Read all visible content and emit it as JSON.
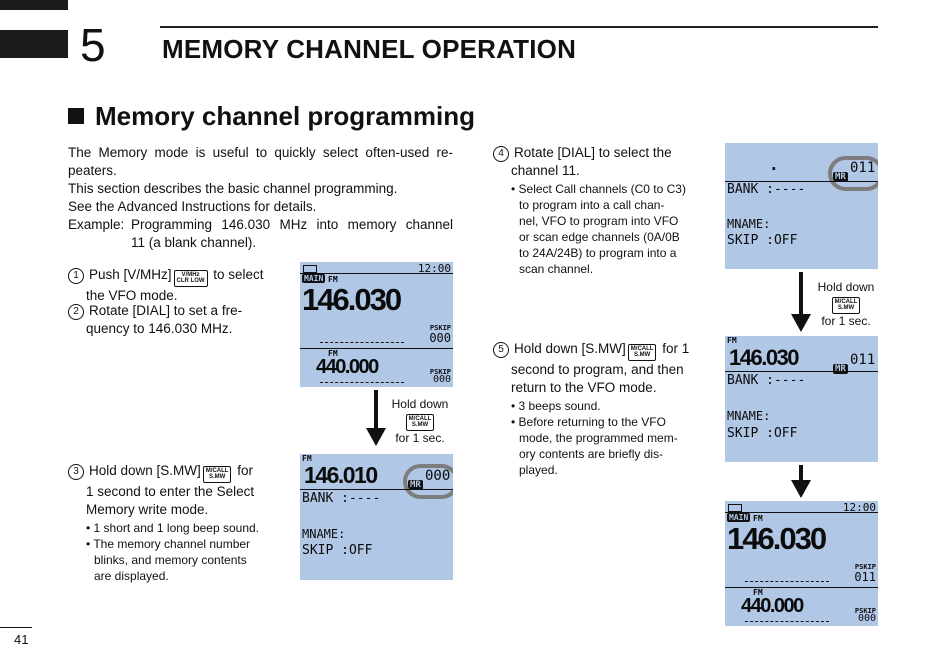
{
  "chapter": {
    "number": "5",
    "title": "MEMORY CHANNEL OPERATION"
  },
  "section": {
    "title": "Memory channel programming"
  },
  "intro": {
    "line1": "The Memory mode is useful to quickly select often-used re-",
    "line2": "peaters.",
    "line3": "This section describes the basic channel programming.",
    "line4": "See the Advanced Instructions for details.",
    "example_label": "Example:",
    "example_line1": "Programming 146.030 MHz into memory channel",
    "example_line2": "11 (a blank channel)."
  },
  "step1": {
    "num": "1",
    "pre": "Push [V/MHz]",
    "post": " to select",
    "line2": "the VFO mode.",
    "key_top": "V/MHz",
    "key_bottom": "CLR LOW"
  },
  "step2": {
    "num": "2",
    "line1": "Rotate  [DIAL]  to  set  a  fre-",
    "line2": "quency to 146.030 MHz."
  },
  "step3": {
    "num": "3",
    "pre": "Hold  down  [S.MW]",
    "post": "  for",
    "line2": "1 second to enter the Select",
    "line3": "Memory write mode.",
    "key_top": "M/CALL",
    "key_bottom": "S.MW",
    "bullet1": "• 1 short and 1 long beep sound.",
    "bullet2_l1": "• The  memory  channel  number",
    "bullet2_l2": "blinks,  and  memory  contents",
    "bullet2_l3": "are displayed."
  },
  "step4": {
    "num": "4",
    "line1": "Rotate  [DIAL]  to  select  the",
    "line2": "channel 11.",
    "b1": "• Select Call channels (C0 to C3)",
    "b2": "to  program  into  a  call  chan-",
    "b3": "nel, VFO to program into VFO",
    "b4": "or scan edge channels (0A/0B",
    "b5": "to  24A/24B)  to  program  into  a",
    "b6": "scan channel."
  },
  "step5": {
    "num": "5",
    "pre": "Hold down [S.MW]",
    "post": " for 1",
    "line2": "second to program, and then",
    "line3": "return to the VFO mode.",
    "key_top": "M/CALL",
    "key_bottom": "S.MW",
    "b1": "• 3 beeps sound.",
    "b2_l1": "• Before  returning  to  the  VFO",
    "b2_l2": "mode,  the  programmed  mem-",
    "b2_l3": "ory  contents  are  briefly  dis-",
    "b2_l4": "played."
  },
  "hold_label": {
    "line1": "Hold down",
    "key_top": "M/CALL",
    "key_bottom": "S.MW",
    "line2": "for 1 sec."
  },
  "screens": {
    "vfo1": {
      "main": "MAIN",
      "fm": "FM",
      "time": "12:00",
      "freq": "146.030",
      "pskip": "PSKIP",
      "ch": "000",
      "fm2": "FM",
      "freq2": "440.000",
      "pskip2": "PSKIP",
      "ch2": "000"
    },
    "select": {
      "fm": "FM",
      "freq": "146.010",
      "mr": "MR",
      "ch": "000",
      "bank": "BANK :----",
      "mname": "MNAME:",
      "skip": "SKIP :OFF"
    },
    "ch11": {
      "dot": ".",
      "mr": "MR",
      "ch": "011",
      "bank": "BANK :----",
      "mname": "MNAME:",
      "skip": "SKIP :OFF"
    },
    "programmed": {
      "fm": "FM",
      "freq": "146.030",
      "mr": "MR",
      "ch": "011",
      "bank": "BANK :----",
      "mname": "MNAME:",
      "skip": "SKIP :OFF"
    },
    "vfo2": {
      "main": "MAIN",
      "fm": "FM",
      "time": "12:00",
      "freq": "146.030",
      "pskip": "PSKIP",
      "ch": "011",
      "fm2": "FM",
      "freq2": "440.000",
      "pskip2": "PSKIP",
      "ch2": "000"
    }
  },
  "page_number": "41"
}
